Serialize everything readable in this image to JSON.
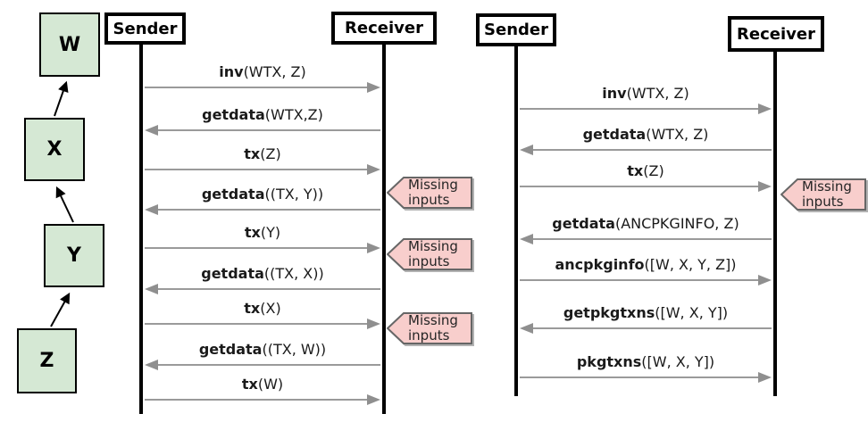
{
  "colors": {
    "node_fill": "#d5e8d4",
    "node_border": "#000000",
    "callout_fill": "#f8cecc",
    "callout_border": "#666666",
    "arrow_gray": "#9a9a9a",
    "lifeline_black": "#000000"
  },
  "tx_chain": {
    "nodes": [
      "W",
      "X",
      "Y",
      "Z"
    ],
    "edges": [
      {
        "from": "X",
        "to": "W"
      },
      {
        "from": "Y",
        "to": "X"
      },
      {
        "from": "Z",
        "to": "Y"
      }
    ]
  },
  "callout_label": "Missing inputs",
  "diagrams": [
    {
      "title_sender": "Sender",
      "title_receiver": "Receiver",
      "messages": [
        {
          "name": "inv",
          "args": "(WTX, Z)",
          "dir": "right"
        },
        {
          "name": "getdata",
          "args": "(WTX,Z)",
          "dir": "left"
        },
        {
          "name": "tx",
          "args": "(Z)",
          "dir": "right",
          "note": "Missing inputs"
        },
        {
          "name": "getdata",
          "args": "((TX, Y))",
          "dir": "left"
        },
        {
          "name": "tx",
          "args": "(Y)",
          "dir": "right",
          "note": "Missing inputs"
        },
        {
          "name": "getdata",
          "args": "((TX, X))",
          "dir": "left"
        },
        {
          "name": "tx",
          "args": "(X)",
          "dir": "right",
          "note": "Missing inputs"
        },
        {
          "name": "getdata",
          "args": "((TX, W))",
          "dir": "left"
        },
        {
          "name": "tx",
          "args": "(W)",
          "dir": "right"
        }
      ]
    },
    {
      "title_sender": "Sender",
      "title_receiver": "Receiver",
      "messages": [
        {
          "name": "inv",
          "args": "(WTX, Z)",
          "dir": "right"
        },
        {
          "name": "getdata",
          "args": "(WTX, Z)",
          "dir": "left"
        },
        {
          "name": "tx",
          "args": "(Z)",
          "dir": "right",
          "note": "Missing inputs"
        },
        {
          "name": "getdata",
          "args": "(ANCPKGINFO, Z)",
          "dir": "left"
        },
        {
          "name": "ancpkginfo",
          "args": "([W, X, Y, Z])",
          "dir": "right"
        },
        {
          "name": "getpkgtxns",
          "args": "([W, X, Y])",
          "dir": "left"
        },
        {
          "name": "pkgtxns",
          "args": "([W, X, Y])",
          "dir": "right"
        }
      ]
    }
  ]
}
